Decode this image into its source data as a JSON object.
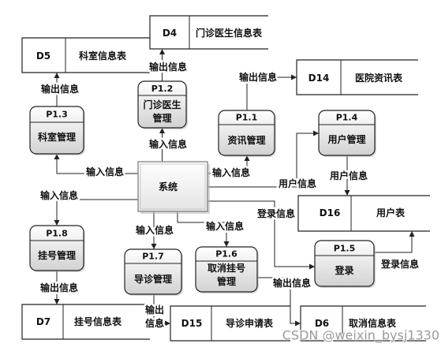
{
  "system": {
    "label": "系统"
  },
  "processes": {
    "p11": {
      "id": "P1.1",
      "lines": [
        "资讯管理"
      ]
    },
    "p12": {
      "id": "P1.2",
      "lines": [
        "门诊医生",
        "管理"
      ]
    },
    "p13": {
      "id": "P1.3",
      "lines": [
        "科室管理"
      ]
    },
    "p14": {
      "id": "P1.4",
      "lines": [
        "用户管理"
      ]
    },
    "p15": {
      "id": "P1.5",
      "lines": [
        "登录"
      ]
    },
    "p16": {
      "id": "P1.6",
      "lines": [
        "取消挂号",
        "管理"
      ]
    },
    "p17": {
      "id": "P1.7",
      "lines": [
        "导诊管理"
      ]
    },
    "p18": {
      "id": "P1.8",
      "lines": [
        "挂号管理"
      ]
    }
  },
  "stores": {
    "d4": {
      "id": "D4",
      "name": "门诊医生信息表"
    },
    "d5": {
      "id": "D5",
      "name": "科室信息表"
    },
    "d6": {
      "id": "D6",
      "name": "取消信息表"
    },
    "d7": {
      "id": "D7",
      "name": "挂号信息表"
    },
    "d14": {
      "id": "D14",
      "name": "医院资讯表"
    },
    "d15": {
      "id": "D15",
      "name": "导诊申请表"
    },
    "d16": {
      "id": "D16",
      "name": "用户表"
    }
  },
  "flows": {
    "p12_to_d4": {
      "lines": [
        "输出信息"
      ]
    },
    "p13_to_d5": {
      "lines": [
        "输出信息"
      ]
    },
    "p11_to_d14": {
      "lines": [
        "输出信息"
      ]
    },
    "sys_to_p12": {
      "lines": [
        "输入信息"
      ]
    },
    "sys_to_p13": {
      "lines": [
        "输入信息"
      ]
    },
    "sys_to_p11": {
      "lines": [
        "输入信息"
      ]
    },
    "sys_to_p14": {
      "lines": [
        "用户信息"
      ]
    },
    "p14_to_d16": {
      "lines": [
        "用户信息"
      ]
    },
    "sys_to_p15": {
      "lines": [
        "登录信息"
      ]
    },
    "p15_to_d16": {
      "lines": [
        "登录信息"
      ]
    },
    "sys_to_p18": {
      "lines": [
        "输入信息"
      ]
    },
    "sys_to_p17": {
      "lines": [
        "输入信息"
      ]
    },
    "sys_to_p16": {
      "lines": [
        "输入信息"
      ]
    },
    "p18_to_d7": {
      "lines": [
        "输出信息"
      ]
    },
    "p17_to_d15": {
      "lines": [
        "输出",
        "信息"
      ]
    },
    "p16_to_d6": {
      "lines": [
        "输出信息"
      ]
    }
  },
  "watermark": "CSDN @weixin_bysj1330",
  "colors": {
    "stroke": "#222222",
    "process_fill_top": "#ffffff",
    "process_fill_bottom": "#d2d2d2",
    "watermark": "#9a9a9a"
  }
}
